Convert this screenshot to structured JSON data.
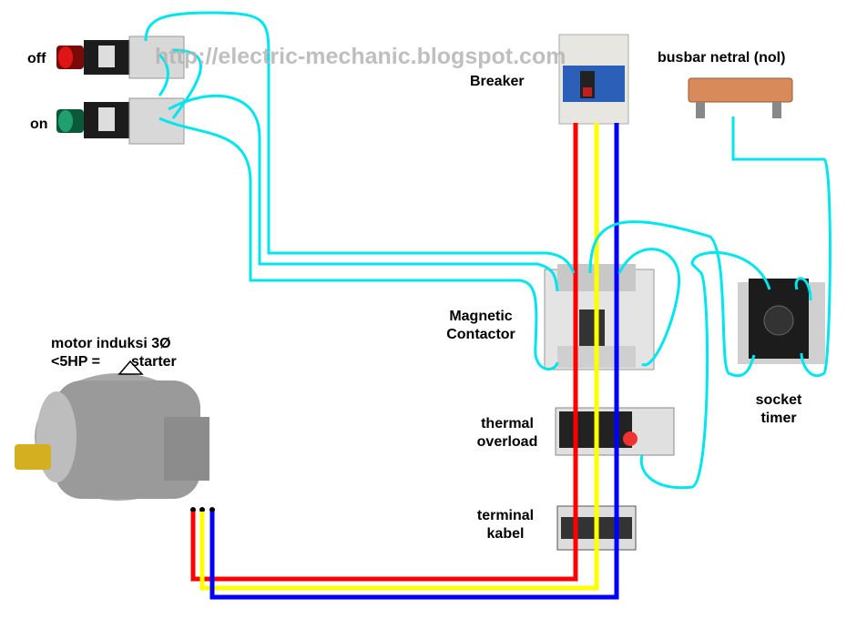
{
  "watermark": "http://electric-mechanic.blogspot.com",
  "labels": {
    "off": "off",
    "on": "on",
    "breaker": "Breaker",
    "busbar": "busbar netral (nol)",
    "contactor_line1": "Magnetic",
    "contactor_line2": "Contactor",
    "motor_line1": "motor  induksi  3Ø",
    "motor_line2_prefix": "<5HP =",
    "motor_line2_suffix": "starter",
    "thermal_line1": "thermal",
    "thermal_line2": "overload",
    "terminal_line1": "terminal",
    "terminal_line2": "kabel",
    "timer_line1": "socket",
    "timer_line2": "timer"
  },
  "colors": {
    "phase_r": "#ff0000",
    "phase_s": "#ffff00",
    "phase_t": "#0000ff",
    "control_wire": "#00e5ee",
    "watermark": "#b4b4b4"
  }
}
